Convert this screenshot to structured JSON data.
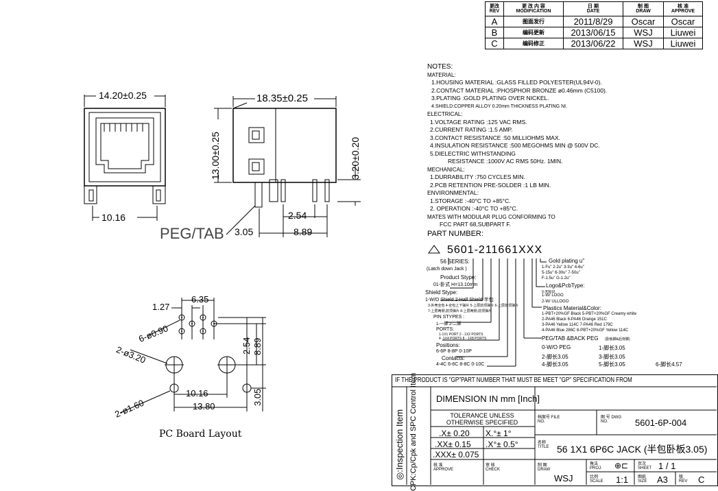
{
  "revision_table": {
    "headers": {
      "rev": [
        "更改",
        "REV"
      ],
      "mod": [
        "更 改 内 容",
        "MODIFICATION"
      ],
      "date": [
        "日 期",
        "DATE"
      ],
      "draw": [
        "制 图",
        "DRAW"
      ],
      "approve": [
        "核 准",
        "APPROVE"
      ]
    },
    "rows": [
      {
        "rev": "A",
        "mod": "图面发行",
        "date": "2011/8/29",
        "draw": "Oscar",
        "approve": "Oscar"
      },
      {
        "rev": "B",
        "mod": "编码更新",
        "date": "2013/06/15",
        "draw": "WSJ",
        "approve": "Liuwei"
      },
      {
        "rev": "C",
        "mod": "编码修正",
        "date": "2013/06/22",
        "draw": "WSJ",
        "approve": "Liuwei"
      }
    ]
  },
  "dimensions": {
    "front_width": "14.20±0.25",
    "side_length": "18.35±0.25",
    "height": "13.00±0.25",
    "pin_protrusion": "3.20±0.20",
    "front_bottom": "10.16",
    "pitch_254": "2.54",
    "span_889": "8.89",
    "peg_305": "3.05",
    "peg_tab_label": "PEG/TAB"
  },
  "pcb_layout": {
    "dim_127": "1.27",
    "dim_635": "6.35",
    "dim_holes_090": "6-ø0.90",
    "dim_holes_320": "2-ø3.20",
    "dim_holes_160": "2-ø1.60",
    "dim_1016": "10.16",
    "dim_1380": "13.80",
    "dim_254v": "2.54",
    "dim_889v": "8.89",
    "dim_305v": "3.05",
    "caption": "PC Board Layout"
  },
  "notes": {
    "title": "NOTES:",
    "lines": [
      "MATERIAL:",
      "1.HOUSING MATERIAL :GLASS FILLED POLYESTER(UL94V-0).",
      "2.CONTACT MATERIAL :PHOSPHOR BRONZE ø0.46mm (C5100).",
      "3.PLATING :GOLD PLATING OVER NICKEL.",
      "4.SHIELD:COPPER ALLOY 0.20mm THICKNESS PLATING NI.",
      "ELECTRICAL:",
      "1.VOLTAGE RATING :125 VAC RMS.",
      "2.CURRENT RATING :1.5 AMP.",
      "3.CONTACT RESISTANCE :50 MILLIOHMS MAX.",
      "4.INSULATION RESISTANCE :500 MEGOHMS MIN @ 500V DC.",
      "5.DIELECTRIC WITHSTANDING",
      "RESISTANCE          :1000V AC RMS 50Hz. 1MIN.",
      "MECHANICAL:",
      "1.DURRABILITY :750 CYCLES MIN.",
      "2.PCB RETENTION PRE-SOLDER :1 LB MIN.",
      "ENVIRONMENTAL:",
      "1.STORAGE    :-40°C TO +85°C.",
      "2. OPERATION :-40°C TO +85°C.",
      "MATES WITH MODULAR PLUG CONFORMING TO",
      "FCC PART 68,SUBPART F."
    ],
    "part_number_title": "PART NUMBER:"
  },
  "part_number": {
    "code": "5601-211661XXX",
    "series": "56 SERIES:",
    "series_note": "(Latch down Jack )",
    "product_type_title": "Product Stype:",
    "product_type": "01-卧式 H=13.10mm",
    "shield_title": "Shield Stype:",
    "shield_l1": "1-W/O Shield 2-Half Shield 半包",
    "shield_l2": "3-外壳全包 4-全包上下弹片 5-上层前顶弹片 6-上层前顶弹片",
    "shield_l3": "7-上层两侧,前顶弹片     8-上层两侧,前顶弹片",
    "pin_title": "PIN STYPES :",
    "pin_l1": "1-一脚  2-二脚",
    "ports_title": "PORTS:",
    "ports_l1": "1-1X1 PORT    2 - 1X2 PORTS",
    "ports_l2": "4 -1X4 PORTS   8 - 1X8 PORTS",
    "positions_title": "Positions:",
    "positions_l1": "6-6P  8-8P   0-10P",
    "contacts_title": "Contacts:",
    "contacts_l1": "4-4C  6-6C   8-8C 0-10C",
    "gold_title": "Gold plating u\"",
    "gold_l1": "1-Fu\" 2-2u\" 3-3u\" 4-6u\"",
    "gold_l2": "5-15u\" 6-30u\" 7-50u\"",
    "gold_l3": "F-1.5u\" G-1.2u\"",
    "logo_title": "Logo&PcbType:",
    "logo_l1": "0-无标识",
    "logo_l2": "1-W/      LOGO",
    "logo_l3": "2-W/      ULLOGO",
    "plastics_title": "Plastics Material&Color:",
    "plastics_l1": "1-PBT+20%GF Black      5-PBT+20%GF Creamy white",
    "plastics_l2": "2-PA46 Black            6-PA46 Orange 151C",
    "plastics_l3": "3-PA46 Yellow 114C      7-PA46 Red 179C",
    "plastics_l4": "4-PA46 Blue 286C        8-PBT+20%GF Yellow 114C",
    "peg_title": "PEG/TAB &BACK PEG",
    "peg_title_cn": "(卧板脚&后背脚)",
    "peg_l1": "0-W/O PEG",
    "peg_l1b": "1-脚长3.05",
    "peg_l2": "2-脚长3.05",
    "peg_l2b": "3-脚长3.05",
    "peg_l3": "4-脚长3.05",
    "peg_l3b": "5-脚长3.05",
    "peg_l3c": "6-脚长4.57"
  },
  "title_block": {
    "gp_notice": "IF THE PRODUCT IS \"GP\"PART NUMBER THAT MUST BE MEET \"GP\" SPECIFICATION FROM",
    "side_inspection": "◎:Inspection Item",
    "side_cpk": "CPK:Cp/Cpk and SPC Control Item",
    "dimension_unit": "DIMENSION IN mm [Inch]",
    "tolerance_title": "TOLERANCE UNLESS OTHERWISE SPECIFIED",
    "tol": [
      [
        ".X± 0.20",
        "X.°± 1°"
      ],
      [
        ".XX± 0.15",
        ".X°± 0.5°"
      ],
      [
        ".XXX± 0.075",
        ""
      ]
    ],
    "file_no_label": "档案号 FILE NO.",
    "dwg_no_label": "图 号 DWG NO.",
    "dwg_no": "5601-6P-004",
    "title_label": "名称 TITLE",
    "title": "56  1X1  6P6C   JACK  (半包卧板3.05)",
    "approve_label": "核 准 APPROVE",
    "check_label": "审 核 CHECK",
    "draw_label": "制 图 DRAW",
    "drawer": "WSJ",
    "proj_label": "角法 PROJ.",
    "scale_label": "比例 SCALE",
    "scale": "1:1",
    "size_label": "图纸 SIZE",
    "size": "A3",
    "sheet_label": "页次 SHEET",
    "sheet": "1  /  1",
    "rev_label": "版 REV",
    "rev": "C"
  }
}
